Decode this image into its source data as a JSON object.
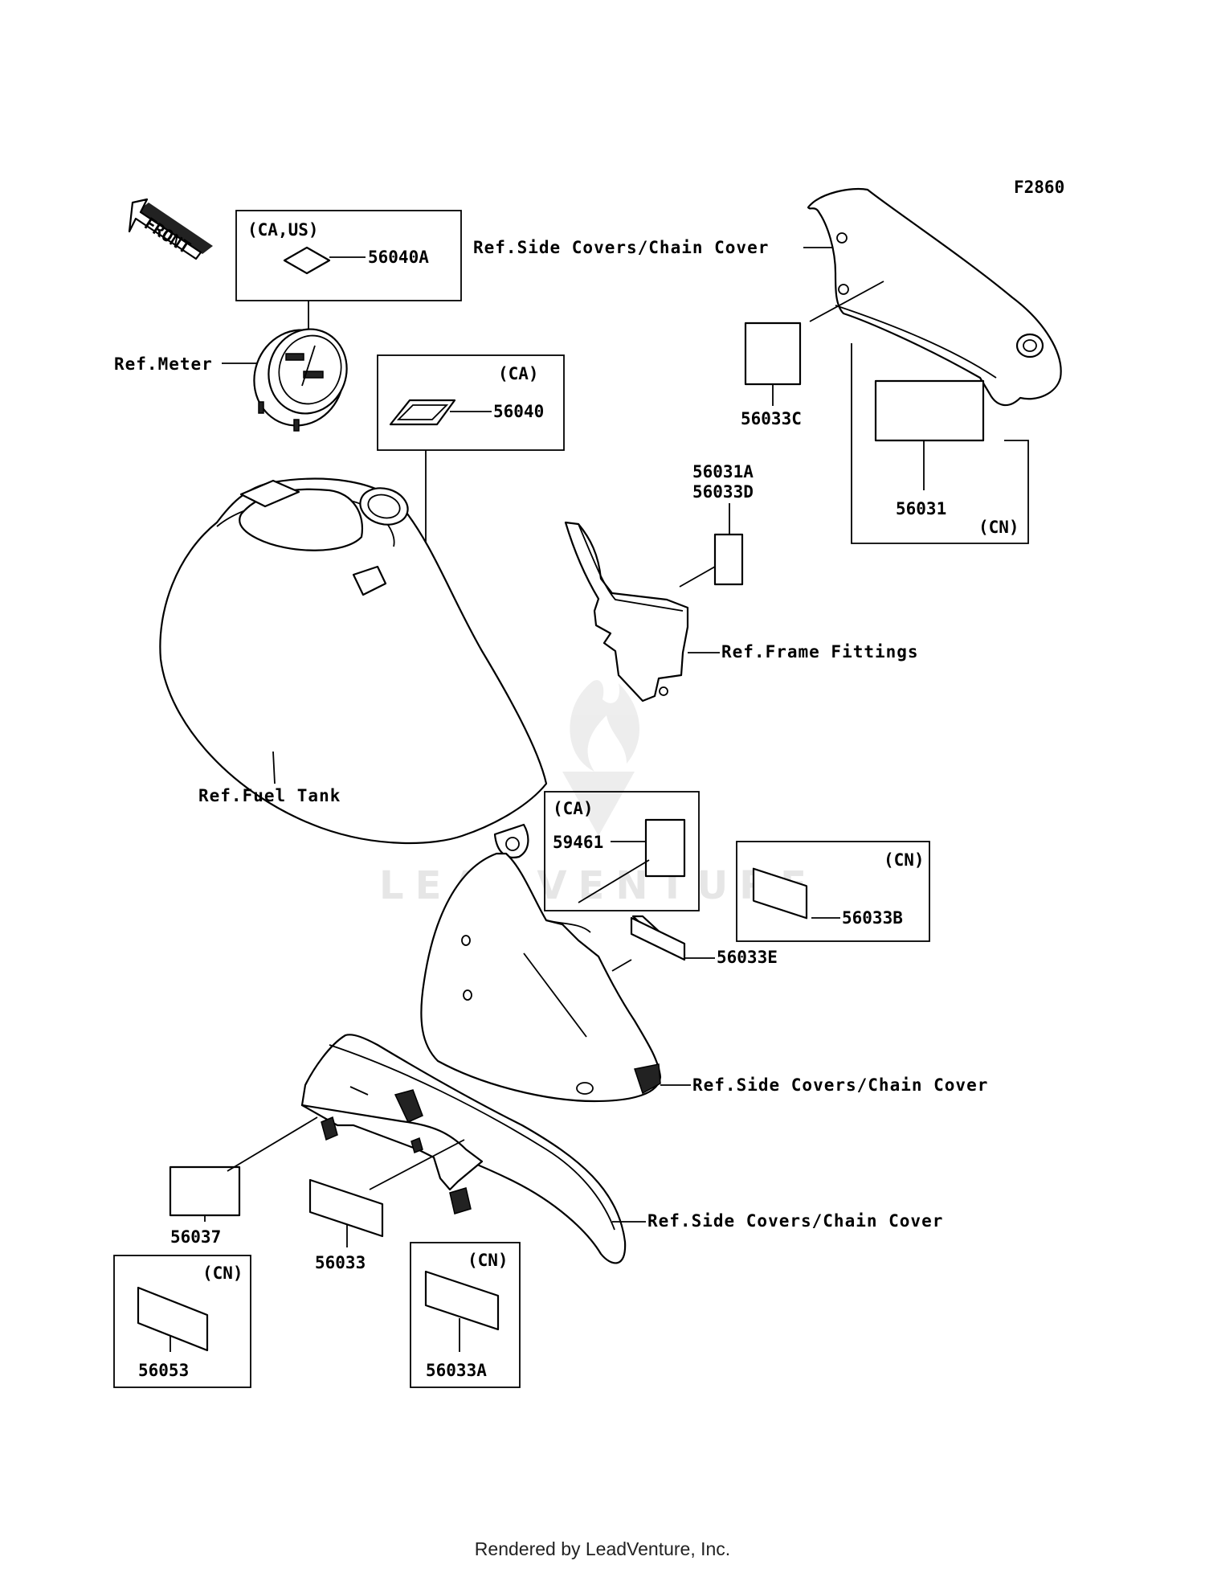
{
  "figure_code": "F2860",
  "front_label": "FRONT",
  "watermark": "LEADVENTURE",
  "footer": "Rendered by LeadVenture, Inc.",
  "refs": {
    "side_cover_top": "Ref.Side Covers/Chain Cover",
    "meter": "Ref.Meter",
    "frame_fittings": "Ref.Frame Fittings",
    "fuel_tank": "Ref.Fuel Tank",
    "side_cover_mid": "Ref.Side Covers/Chain Cover",
    "chain_cover": "Ref.Side Covers/Chain Cover"
  },
  "boxes": {
    "meter_label": {
      "region": "(CA,US)",
      "part": "56040A"
    },
    "tank_label": {
      "region": "(CA)",
      "part": "56040"
    },
    "cn_56031": {
      "region": "(CN)",
      "part": "56031"
    },
    "ca_59461": {
      "region": "(CA)",
      "part": "59461"
    },
    "cn_56033b": {
      "region": "(CN)",
      "part": "56033B"
    },
    "cn_56053": {
      "region": "(CN)",
      "part": "56053"
    },
    "cn_56033a": {
      "region": "(CN)",
      "part": "56033A"
    }
  },
  "parts": {
    "p56033c": "56033C",
    "p56031a": "56031A",
    "p56033d": "56033D",
    "p56033e": "56033E",
    "p56037": "56037",
    "p56033": "56033"
  }
}
